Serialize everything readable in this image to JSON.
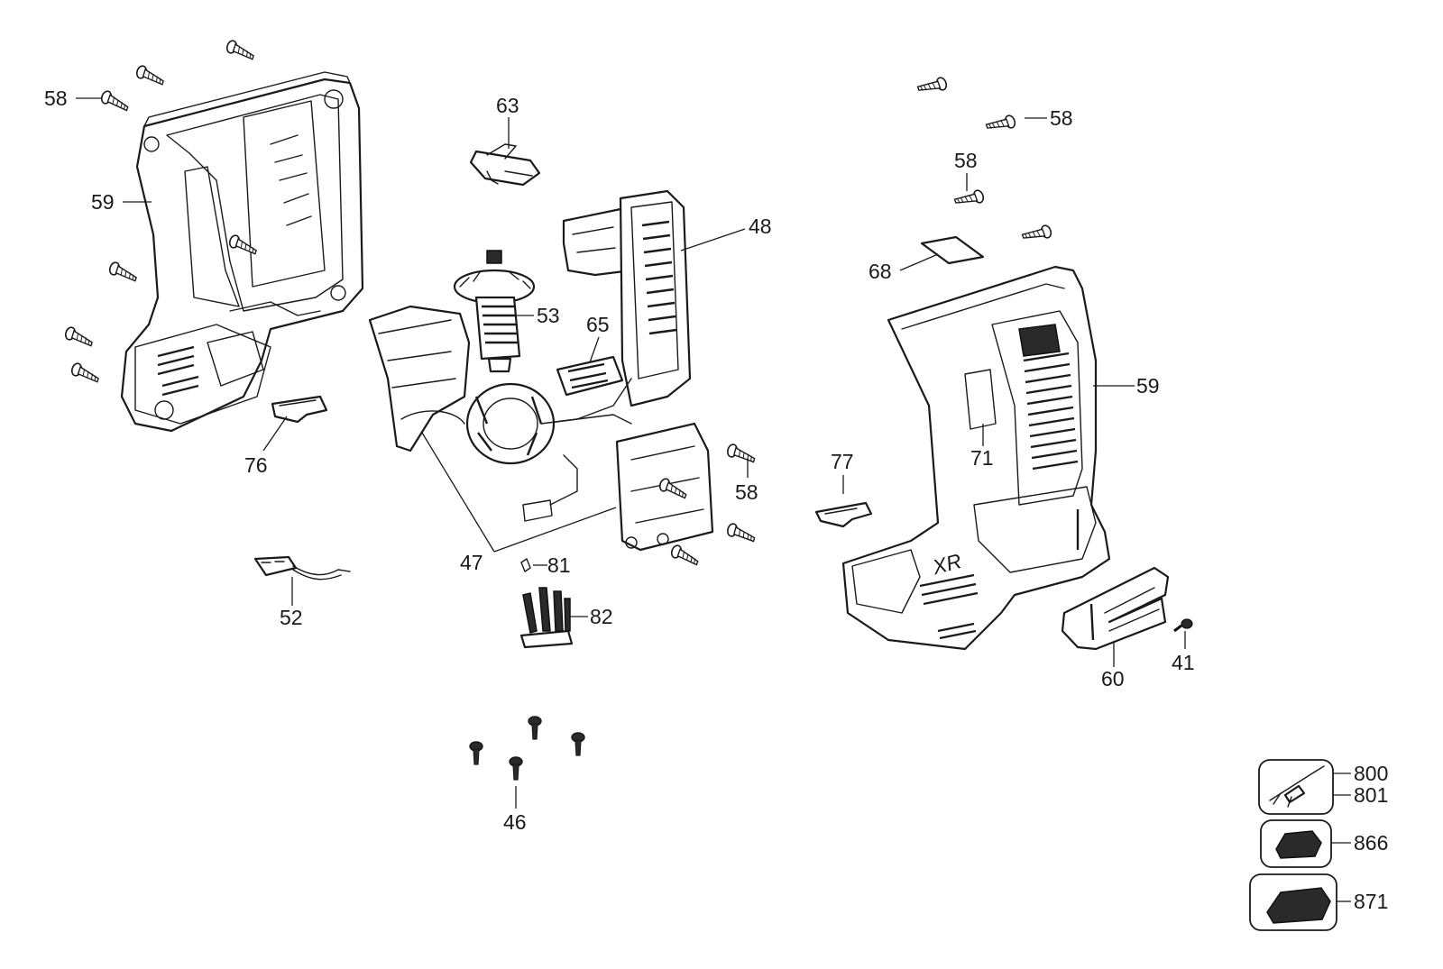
{
  "diagram": {
    "callouts": {
      "c58_a": "58",
      "c59_left": "59",
      "c76": "76",
      "c52": "52",
      "c63": "63",
      "c48": "48",
      "c53": "53",
      "c65": "65",
      "c47": "47",
      "c81": "81",
      "c82": "82",
      "c46": "46",
      "c58_mid": "58",
      "c77": "77",
      "c58_b": "58",
      "c58_c": "58",
      "c68": "68",
      "c59_right": "59",
      "c71": "71",
      "c60": "60",
      "c41": "41",
      "c800": "800",
      "c801": "801",
      "c866": "866",
      "c871": "871"
    },
    "housing_badge": "XR"
  }
}
